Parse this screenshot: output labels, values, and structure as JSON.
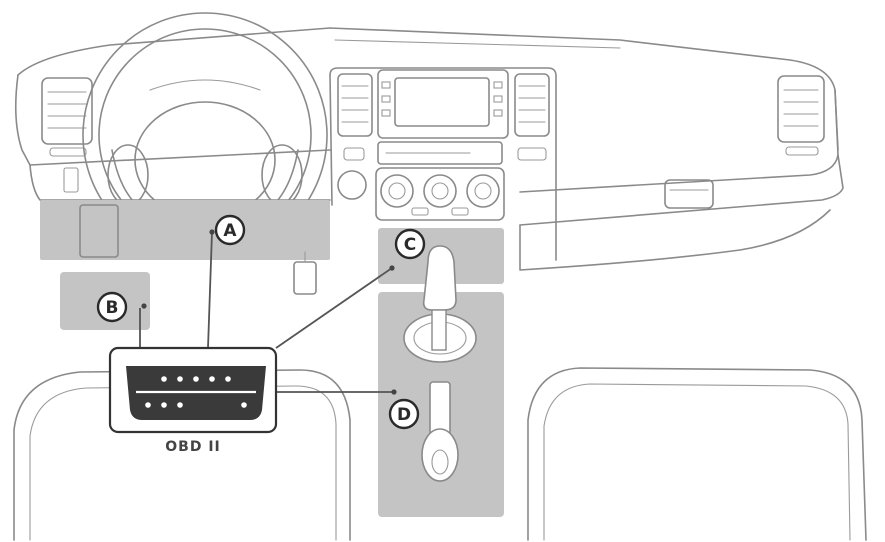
{
  "diagram": {
    "locations": [
      {
        "id": "A",
        "label": "A"
      },
      {
        "id": "B",
        "label": "B"
      },
      {
        "id": "C",
        "label": "C"
      },
      {
        "id": "D",
        "label": "D"
      }
    ],
    "connector": {
      "caption": "OBD II",
      "top_pins": 5,
      "bottom_pins": 4
    },
    "colors": {
      "outline": "#8a8a8a",
      "zone_fill": "#c4c4c4",
      "badge_stroke": "#2a2a2a",
      "connector_body": "#3a3a3a"
    }
  }
}
